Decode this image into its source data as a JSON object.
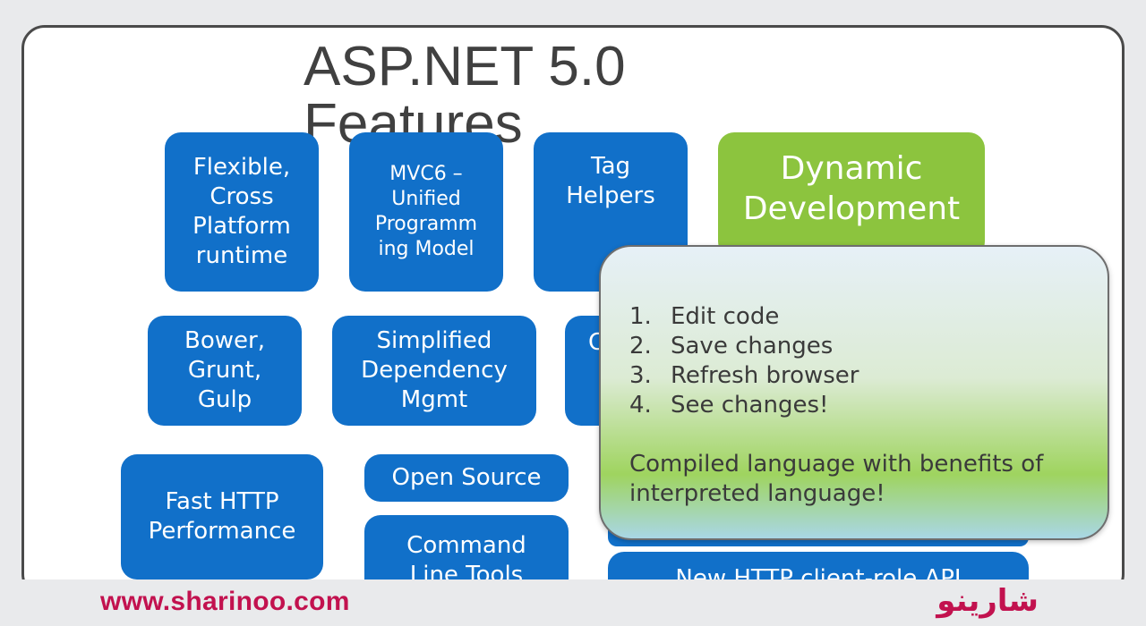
{
  "slide": {
    "title": "ASP.NET 5.0 Features",
    "tiles": {
      "flexible": "Flexible,\nCross\nPlatform\nruntime",
      "mvc6": "MVC6 –\nUnified\nProgramm\ning Model",
      "tag_helpers": "Tag\nHelpers",
      "dynamic": "Dynamic\nDevelopment",
      "bower": "Bower,\nGrunt,\nGulp",
      "simplified": "Simplified\nDependency\nMgmt",
      "hidden_c": "C",
      "fast_http": "Fast HTTP\nPerformance",
      "open_source": "Open Source",
      "command_line": "Command\nLine Tools",
      "http_client": "New HTTP client-role API"
    },
    "callout": {
      "steps": [
        {
          "num": "1.",
          "text": "Edit code"
        },
        {
          "num": "2.",
          "text": "Save changes"
        },
        {
          "num": "3.",
          "text": "Refresh browser"
        },
        {
          "num": "4.",
          "text": "See changes!"
        }
      ],
      "note": "Compiled language with benefits of interpreted language!"
    }
  },
  "footer": {
    "url": "www.sharinoo.com",
    "logo": "شارینو"
  },
  "colors": {
    "tile_blue": "#1170c9",
    "tile_green": "#8cc43e",
    "brand": "#c2124f"
  }
}
